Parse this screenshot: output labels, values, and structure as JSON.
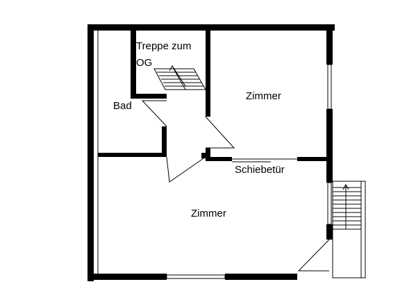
{
  "rooms": {
    "treppe_line1": "Treppe zum",
    "treppe_line2": "OG",
    "bad": "Bad",
    "zimmer_oben": "Zimmer",
    "schiebetuer": "Schiebetür",
    "zimmer_unten": "Zimmer"
  },
  "colors": {
    "wall": "#000000",
    "background": "#ffffff"
  }
}
